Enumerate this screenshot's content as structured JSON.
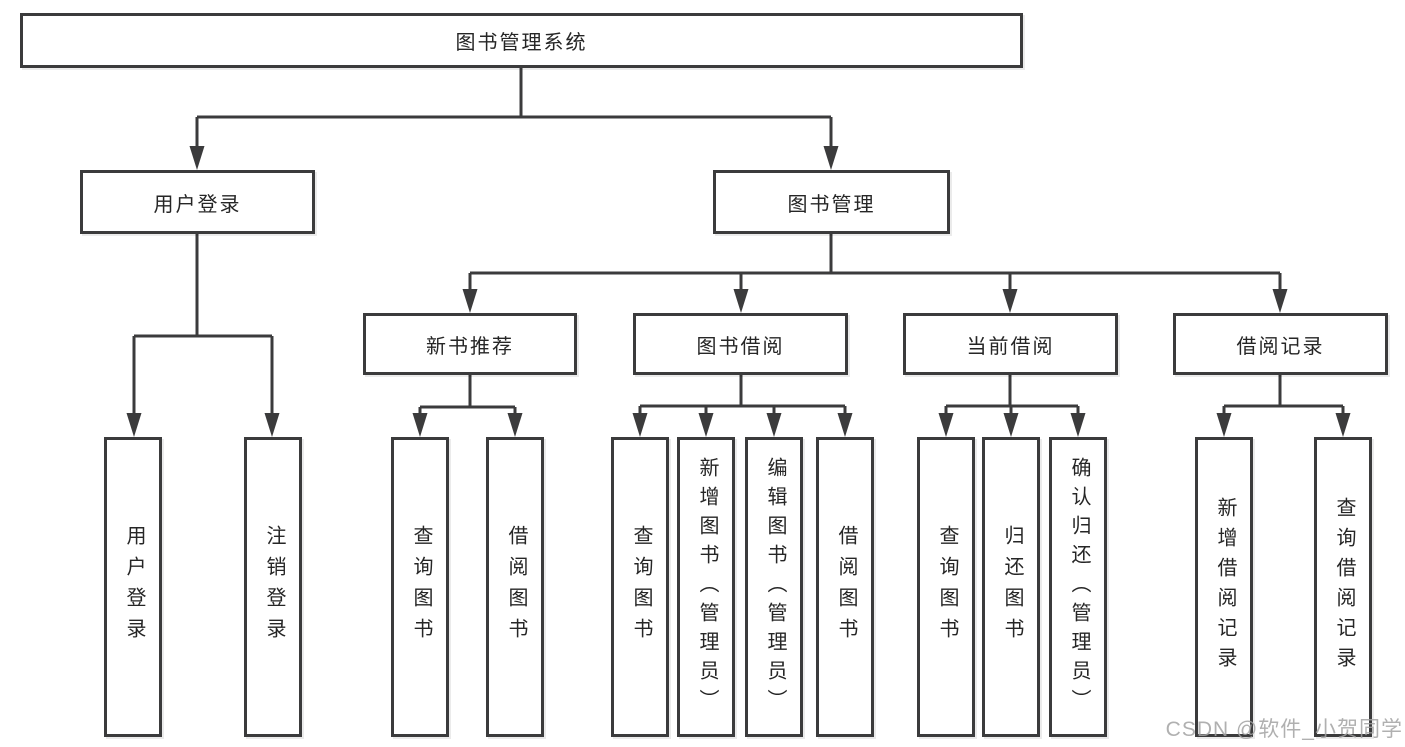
{
  "colors": {
    "line": "#3b3b3c",
    "text": "#262626",
    "box_fill": "#ffffff",
    "background": "#ffffff",
    "watermark": "#a3a3a3"
  },
  "chart_type": "hierarchy-diagram",
  "tree": {
    "label": "图书管理系统",
    "children": [
      {
        "label": "用户登录",
        "children": [
          {
            "label": "用户登录"
          },
          {
            "label": "注销登录"
          }
        ]
      },
      {
        "label": "图书管理",
        "children": [
          {
            "label": "新书推荐",
            "children": [
              {
                "label": "查询图书"
              },
              {
                "label": "借阅图书"
              }
            ]
          },
          {
            "label": "图书借阅",
            "children": [
              {
                "label": "查询图书"
              },
              {
                "label": "新增图书（管理员）"
              },
              {
                "label": "编辑图书（管理员）"
              },
              {
                "label": "借阅图书"
              }
            ]
          },
          {
            "label": "当前借阅",
            "children": [
              {
                "label": "查询图书"
              },
              {
                "label": "归还图书"
              },
              {
                "label": "确认归还（管理员）"
              }
            ]
          },
          {
            "label": "借阅记录",
            "children": [
              {
                "label": "新增借阅记录"
              },
              {
                "label": "查询借阅记录"
              }
            ]
          }
        ]
      }
    ]
  },
  "watermark": {
    "text": "CSDN @软件_小贺同学"
  }
}
